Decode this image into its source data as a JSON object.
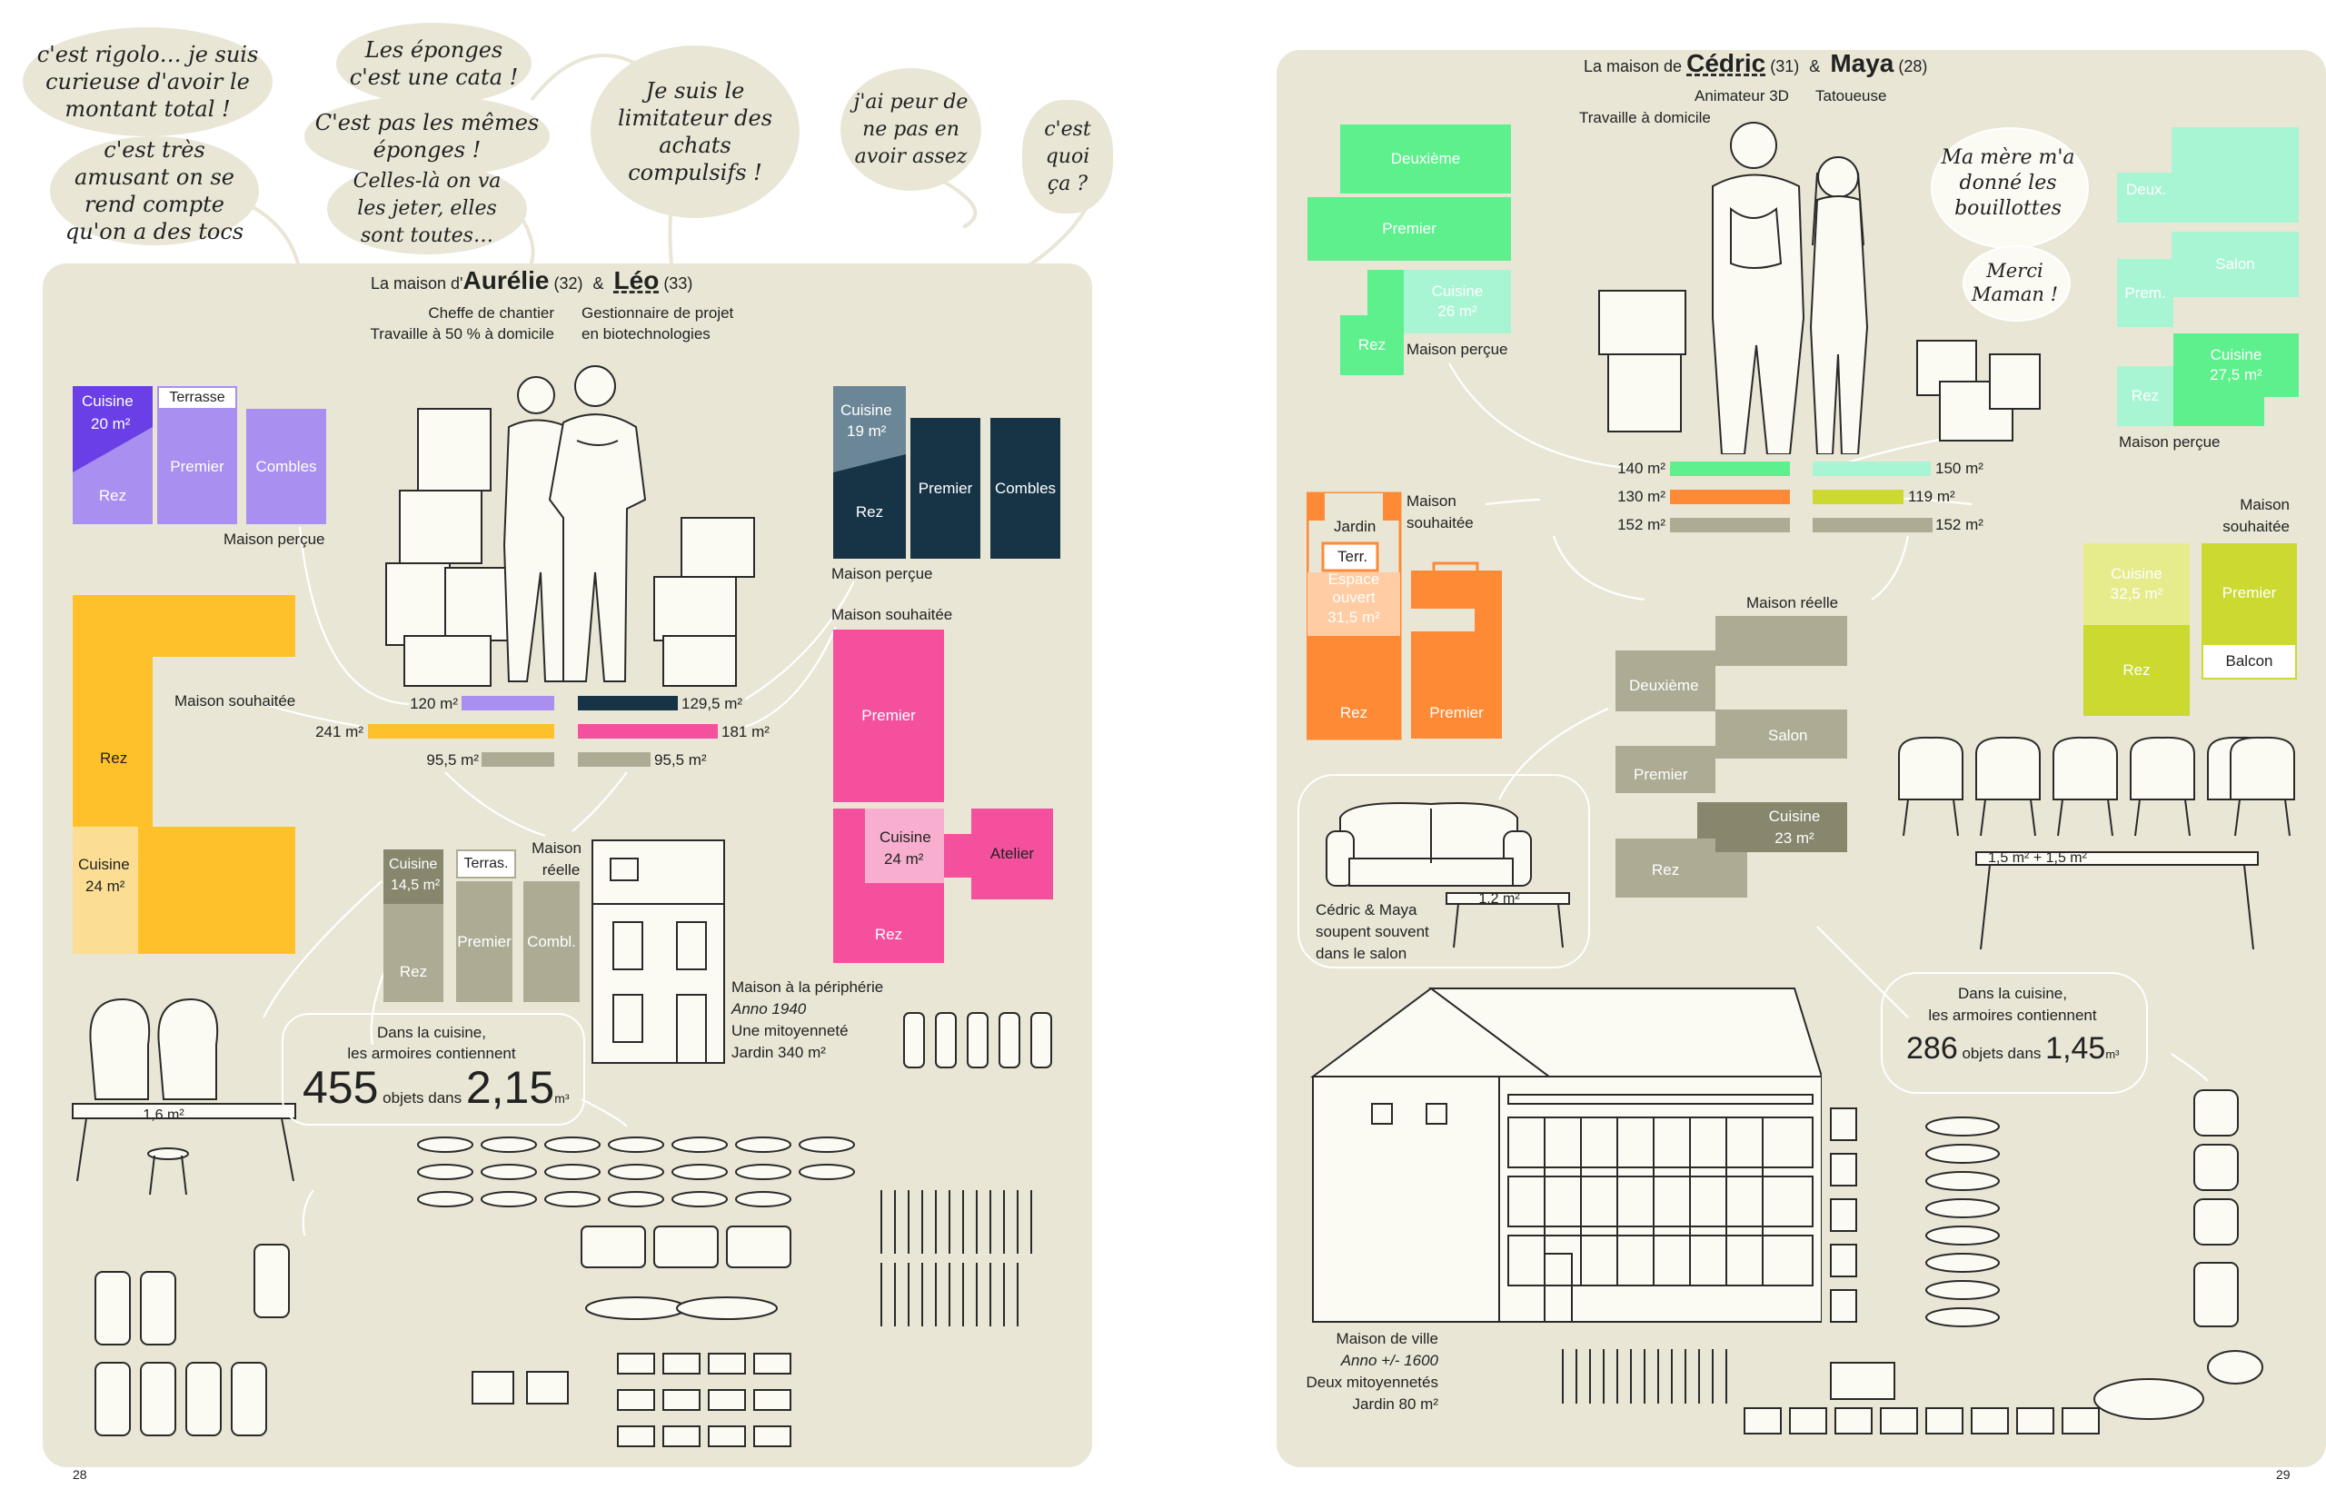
{
  "left_page": {
    "page_number": "28",
    "bubbles": [
      "c'est rigolo… je suis curieuse d'avoir le montant total !",
      "c'est très amusant on se rend compte qu'on a des tocs",
      "Les éponges c'est une cata !",
      "C'est pas les mêmes éponges !",
      "Celles-là on va les jeter, elles sont toutes…",
      "Je suis le limitateur des achats compulsifs !",
      "j'ai peur de ne pas en avoir assez",
      "c'est quoi ça ?"
    ],
    "header": {
      "prefix": "La maison d'",
      "name1": "Aurélie",
      "age1": "(32)",
      "amp": "&",
      "name2": "Léo",
      "age2": "(33)",
      "role1": "Cheffe de chantier",
      "role1b": "Travaille à 50 % à domicile",
      "role2": "Gestionnaire de projet",
      "role2b": "en biotechnologies"
    },
    "aurelie_percue": {
      "caption": "Maison perçue",
      "cuisine": "Cuisine",
      "cuisine_area": "20 m²",
      "rez": "Rez",
      "terrasse": "Terrasse",
      "premier": "Premier",
      "combles": "Combles"
    },
    "aurelie_souhaitee": {
      "caption": "Maison souhaitée",
      "rez": "Rez",
      "cuisine": "Cuisine",
      "cuisine_area": "24 m²"
    },
    "leo_percue": {
      "caption": "Maison perçue",
      "cuisine": "Cuisine",
      "cuisine_area": "19 m²",
      "rez": "Rez",
      "premier": "Premier",
      "combles": "Combles"
    },
    "leo_souhaitee": {
      "caption": "Maison souhaitée",
      "premier": "Premier",
      "cuisine": "Cuisine",
      "cuisine_area": "24 m²",
      "atelier": "Atelier",
      "rez": "Rez"
    },
    "bars": {
      "a1": "120 m²",
      "a2": "241 m²",
      "a3": "95,5 m²",
      "l1": "129,5 m²",
      "l2": "181 m²",
      "l3": "95,5 m²"
    },
    "reelle": {
      "caption1": "Maison",
      "caption2": "réelle",
      "cuisine": "Cuisine",
      "cuisine_area": "14,5 m²",
      "rez": "Rez",
      "terras": "Terras.",
      "premier": "Premier",
      "combl": "Combl."
    },
    "house_info": [
      "Maison à la périphérie",
      "Anno 1940",
      "Une mitoyenneté",
      "Jardin 340 m²"
    ],
    "table_area": "1,6 m²",
    "kitchen": {
      "line1": "Dans la cuisine,",
      "line2": "les armoires contiennent",
      "count": "455",
      "mid": "objets dans",
      "volume": "2,15",
      "unit": "m³"
    }
  },
  "right_page": {
    "page_number": "29",
    "header": {
      "prefix": "La maison de",
      "name1": "Cédric",
      "age1": "(31)",
      "amp": "&",
      "name2": "Maya",
      "age2": "(28)",
      "role1": "Animateur 3D",
      "role1b": "Travaille à domicile",
      "role2": "Tatoueuse"
    },
    "bubbles": [
      "Ma mère m'a donné les bouillottes",
      "Merci Maman !"
    ],
    "cedric_percue": {
      "caption": "Maison perçue",
      "deuxieme": "Deuxième",
      "premier": "Premier",
      "cuisine": "Cuisine",
      "cuisine_area": "26 m²",
      "rez": "Rez"
    },
    "maya_percue": {
      "caption": "Maison perçue",
      "deux": "Deux.",
      "salon": "Salon",
      "prem": "Prem.",
      "cuisine": "Cuisine",
      "cuisine_area": "27,5 m²",
      "rez": "Rez"
    },
    "cedric_souhaitee": {
      "caption1": "Maison",
      "caption2": "souhaitée",
      "jardin": "Jardin",
      "terr": "Terr.",
      "espace": "Espace ouvert",
      "espace_area": "31,5 m²",
      "rez": "Rez",
      "premier": "Premier"
    },
    "maya_souhaitee": {
      "caption1": "Maison",
      "caption2": "souhaitée",
      "cuisine": "Cuisine",
      "cuisine_area": "32,5 m²",
      "premier": "Premier",
      "rez": "Rez",
      "balcon": "Balcon"
    },
    "bars": {
      "c1": "140 m²",
      "c2": "130 m²",
      "c3": "152 m²",
      "m1": "150 m²",
      "m2": "119 m²",
      "m3": "152 m²"
    },
    "reelle": {
      "caption": "Maison réelle",
      "deuxieme": "Deuxième",
      "salon": "Salon",
      "premier": "Premier",
      "cuisine": "Cuisine",
      "cuisine_area": "23 m²",
      "rez": "Rez"
    },
    "salon_note": [
      "Cédric & Maya",
      "soupent souvent",
      "dans le salon"
    ],
    "coffee_table": "1,2 m²",
    "dining_table": "1,5 m² + 1,5 m²",
    "house_info": [
      "Maison de ville",
      "Anno +/- 1600",
      "Deux mitoyennetés",
      "Jardin 80 m²"
    ],
    "kitchen": {
      "line1": "Dans la cuisine,",
      "line2": "les armoires contiennent",
      "count": "286",
      "mid": "objets dans",
      "volume": "1,45",
      "unit": "m³"
    }
  },
  "colors": {
    "panel": "#e9e6d6",
    "purple": "#a98ff0",
    "purple_dark": "#6a3fe6",
    "yellow": "#ffc12a",
    "yellow_light": "#fbde94",
    "navy": "#173447",
    "steel": "#6b8797",
    "pink": "#f5509e",
    "pink_light": "#f8afcf",
    "taupe": "#aeab95",
    "taupe_dark": "#88866d",
    "green": "#5df08c",
    "mint": "#a8f5d3",
    "orange": "#ff8a35",
    "peach": "#ffcca3",
    "lime": "#cbd931",
    "lime_light": "#e6ec8c"
  }
}
